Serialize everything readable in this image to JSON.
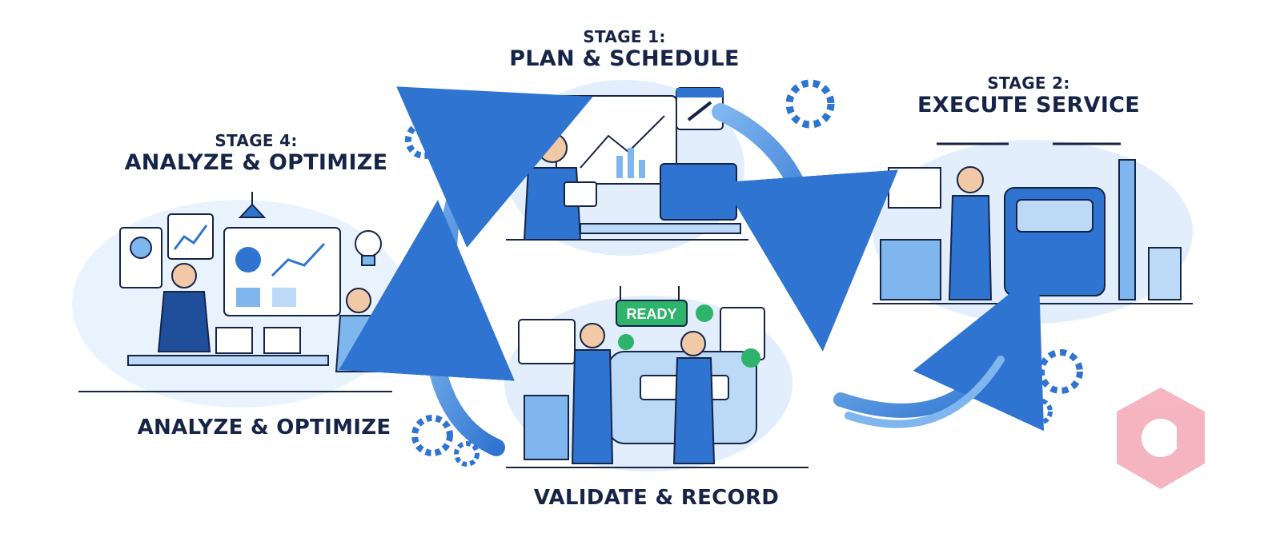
{
  "stages": [
    {
      "kicker": "STAGE 1:",
      "title": "PLAN & SCHEDULE"
    },
    {
      "kicker": "STAGE 2:",
      "title": "EXECUTE SERVICE"
    },
    {
      "kicker": "STAGE 4:",
      "title": "ANALYZE & OPTIMIZE"
    }
  ],
  "captions": {
    "analyze": "ANALYZE & OPTIMIZE",
    "validate": "VALIDATE & RECORD"
  },
  "badges": {
    "ready": "READY"
  },
  "colors": {
    "ink": "#162447",
    "primary": "#2f74d0",
    "light": "#d8e9fb",
    "pale": "#e9f3fd",
    "accent_green": "#2eb36b",
    "watermark": "#f3a9b6"
  },
  "icons": [
    "gear-icon",
    "calendar-wrench-icon",
    "check-icon",
    "lightbulb-icon",
    "lamp-icon",
    "cycle-arrow-icon",
    "watermark-logo"
  ]
}
